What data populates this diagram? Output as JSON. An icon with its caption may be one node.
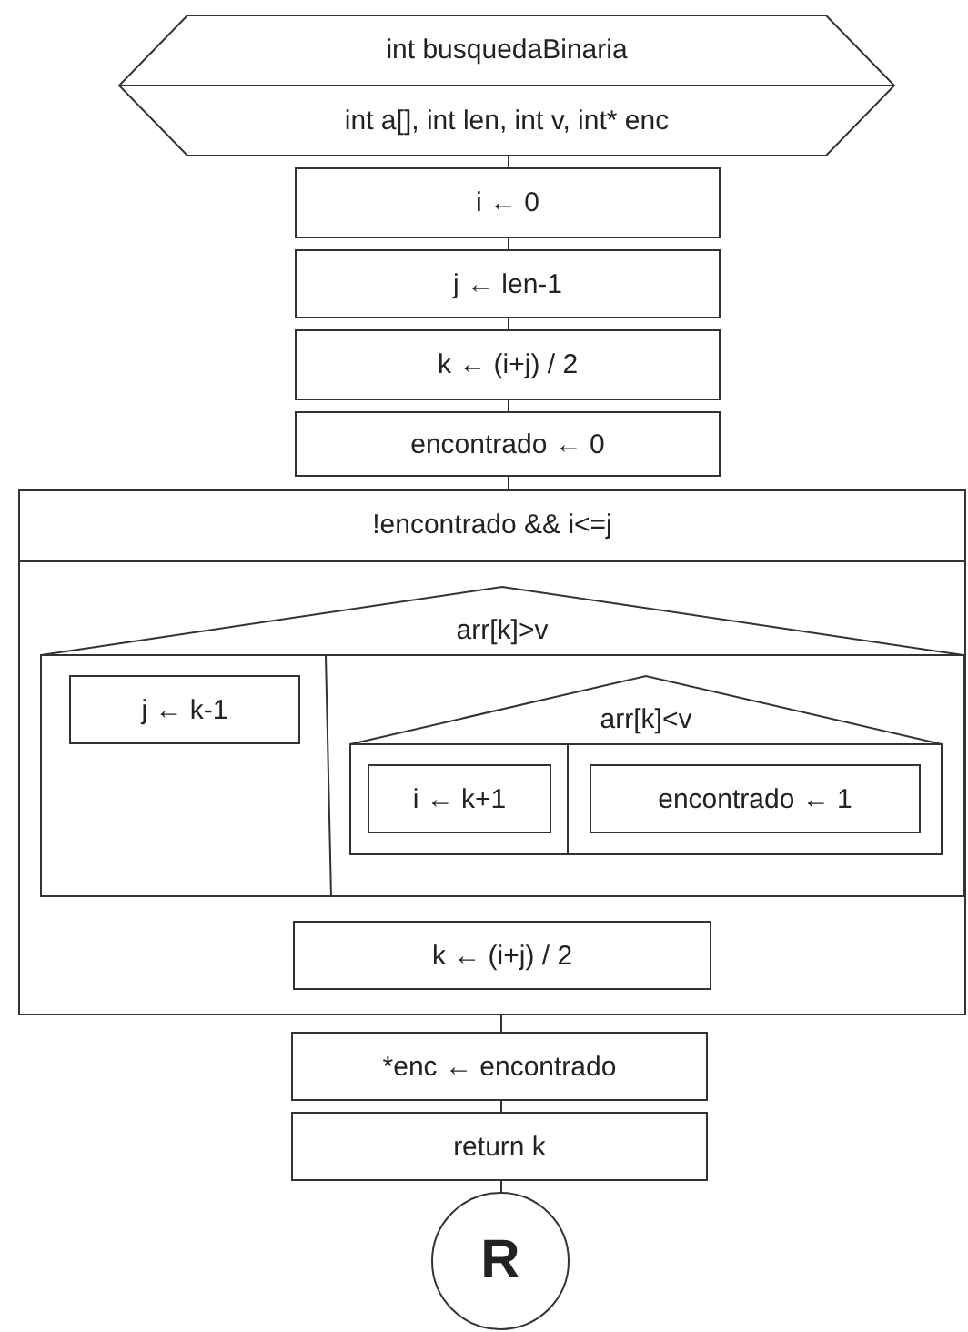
{
  "diagram": {
    "nodes": [
      {
        "text": [
          "int busquedaBinaria",
          "int a[], int len, int v, int* enc"
        ]
      },
      {
        "text": [
          "i ← 0"
        ]
      },
      {
        "text": [
          "j ← len-1"
        ]
      },
      {
        "text": [
          "k ← (i+j) / 2"
        ]
      },
      {
        "text": [
          "encontrado ← 0"
        ]
      },
      {
        "text": [
          "!encontrado && i<=j"
        ]
      },
      {
        "text": [
          "arr[k]>v"
        ],
        "in": 5
      },
      {
        "text": [
          "j ← k-1"
        ],
        "in": 6
      },
      {
        "text": [
          "arr[k]<v"
        ],
        "in": 6
      },
      {
        "text": [
          "i ← k+1"
        ],
        "in": 8
      },
      {
        "text": [
          "encontrado ← 1"
        ],
        "in": 8
      },
      {
        "text": [
          "k ← (i+j) / 2"
        ],
        "in": 5
      },
      {
        "text": [
          "*enc ← encontrado"
        ]
      },
      {
        "text": [
          "return k"
        ]
      },
      {
        "text": [
          "R"
        ]
      }
    ],
    "edges": [
      {
        "from": 0,
        "to": 1,
        "arrow": "none"
      },
      {
        "from": 1,
        "to": 2,
        "arrow": "none"
      },
      {
        "from": 2,
        "to": 3,
        "arrow": "none"
      },
      {
        "from": 3,
        "to": 4,
        "arrow": "none"
      },
      {
        "from": 4,
        "to": 5,
        "arrow": "none"
      },
      {
        "from": 5,
        "to": 12,
        "arrow": "none"
      },
      {
        "from": 12,
        "to": 13,
        "arrow": "none"
      },
      {
        "from": 13,
        "to": 14,
        "arrow": "none"
      }
    ]
  }
}
